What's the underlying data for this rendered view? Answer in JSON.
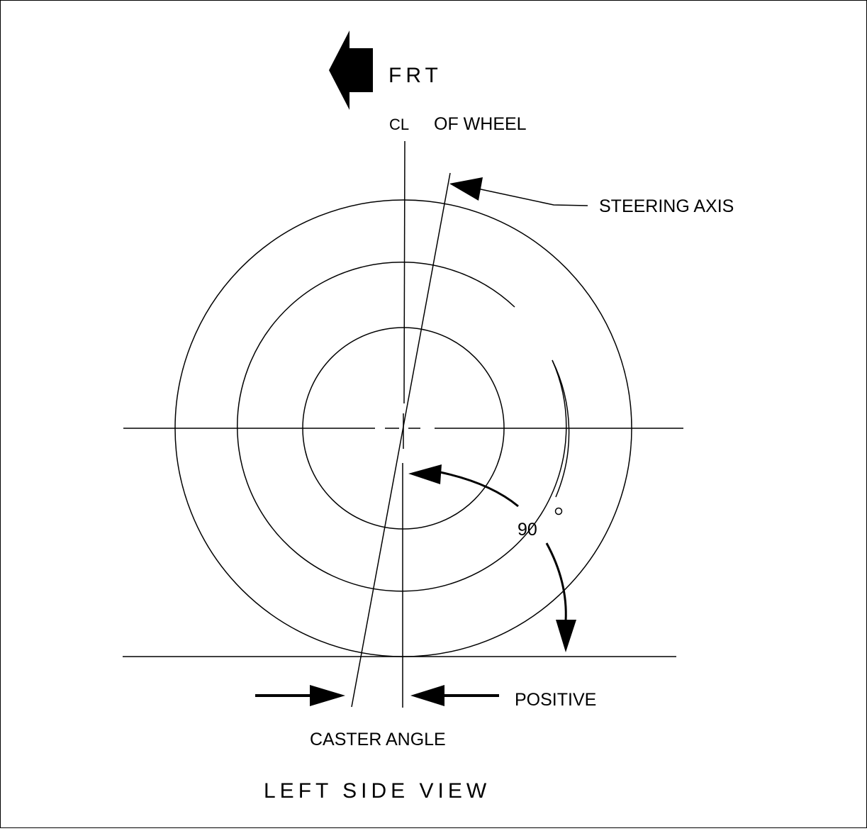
{
  "labels": {
    "front": "FRT",
    "centerline_symbol": "CL",
    "centerline_of_wheel": "OF WHEEL",
    "steering_axis": "STEERING AXIS",
    "angle_value": "90",
    "angle_unit": "°",
    "positive": "POSITIVE",
    "caster_angle": "CASTER ANGLE",
    "view_title": "LEFT SIDE VIEW"
  },
  "colors": {
    "stroke": "#000000",
    "background": "#ffffff"
  }
}
